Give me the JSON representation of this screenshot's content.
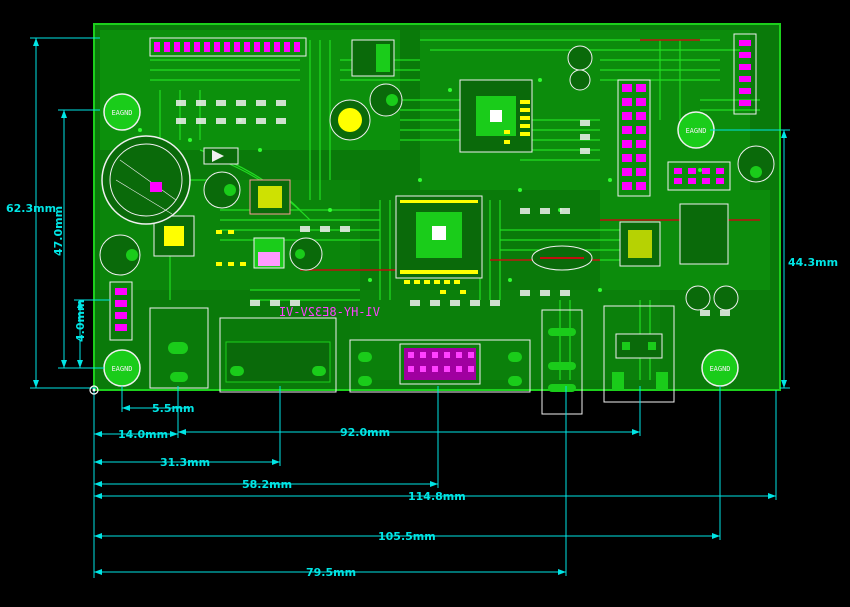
{
  "colors": {
    "background": "#000000",
    "board": "#0a8a0a",
    "copper": "#10c010",
    "trace": "#22dd22",
    "pad": "#ff00ff",
    "silkscreen": "#f0f0f0",
    "dimension": "#00e5e5",
    "highlight": "#ffff00",
    "redtrace": "#c01010"
  },
  "board": {
    "mount_hole_label": "EAGND",
    "silk_marking": "V1-HY-8E32V-VI"
  },
  "dimensions": {
    "height_total": "62.3mm",
    "height_inner": "47.0mm",
    "height_small": "4.0mm",
    "height_right": "44.3mm",
    "h_5_5": "5.5mm",
    "h_14_0": "14.0mm",
    "h_92_0": "92.0mm",
    "h_31_3": "31.3mm",
    "h_58_2": "58.2mm",
    "h_114_8": "114.8mm",
    "h_105_5": "105.5mm",
    "h_79_5": "79.5mm"
  }
}
